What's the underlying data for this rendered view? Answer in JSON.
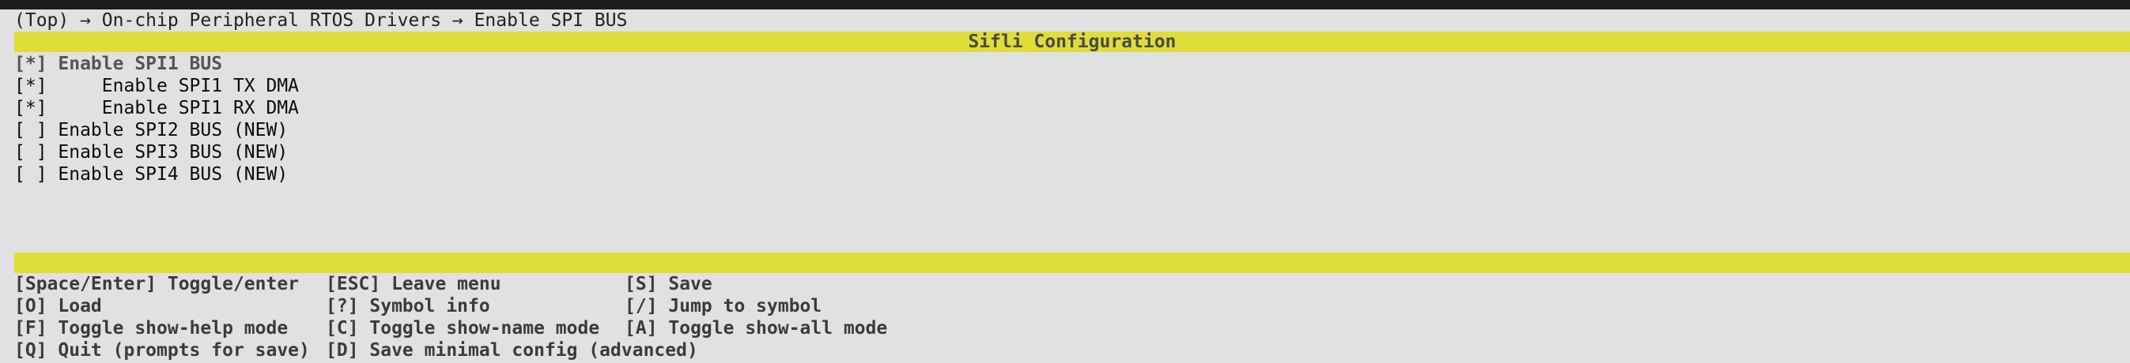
{
  "breadcrumb": "(Top) → On-chip Peripheral RTOS Drivers → Enable SPI BUS",
  "title": "Sifli Configuration",
  "menu_items": [
    {
      "text": "[*] Enable SPI1 BUS",
      "selected": true
    },
    {
      "text": "[*]     Enable SPI1 TX DMA",
      "selected": false
    },
    {
      "text": "[*]     Enable SPI1 RX DMA",
      "selected": false
    },
    {
      "text": "[ ] Enable SPI2 BUS (NEW)",
      "selected": false
    },
    {
      "text": "[ ] Enable SPI3 BUS (NEW)",
      "selected": false
    },
    {
      "text": "[ ] Enable SPI4 BUS (NEW)",
      "selected": false
    }
  ],
  "help": {
    "col1": [
      "[Space/Enter] Toggle/enter",
      "[O] Load",
      "[F] Toggle show-help mode",
      "[Q] Quit (prompts for save)"
    ],
    "col2": [
      "[ESC] Leave menu",
      "[?] Symbol info",
      "[C] Toggle show-name mode",
      "[D] Save minimal config (advanced)"
    ],
    "col3": [
      "[S] Save",
      "[/] Jump to symbol",
      "[A] Toggle show-all mode"
    ]
  },
  "colors": {
    "bar_yellow": "#dedd3a",
    "background": "#e1e1e1"
  }
}
